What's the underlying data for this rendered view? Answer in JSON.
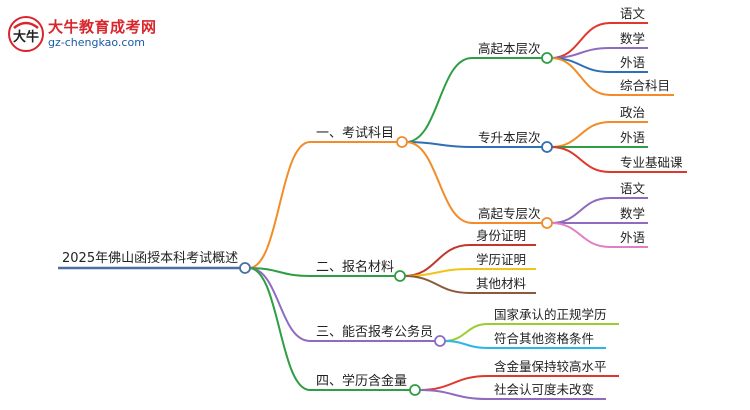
{
  "logo": {
    "title": "大牛教育成考网",
    "url": "gz-chengkao.com",
    "mark_text": "大牛"
  },
  "colors": {
    "root_line": "#4a6fa5",
    "branch1": "#f28c28",
    "level_up": "#2e9e44",
    "level_zhuan": "#2f6fb3",
    "level_gao_zhuan": "#f28c28",
    "branch2": "#2e9e44",
    "branch3": "#6a5acd",
    "branch4": "#2e9e44"
  },
  "mindmap": {
    "root": "2025年佛山函授本科考试概述",
    "branches": [
      {
        "label": "一、考试科目",
        "color": "#f28c28",
        "children": [
          {
            "label": "高起本层次",
            "color": "#2e9e44",
            "leaves": [
              {
                "label": "语文",
                "color": "#e0362c"
              },
              {
                "label": "数学",
                "color": "#8e6bbf"
              },
              {
                "label": "外语",
                "color": "#2f6fb3"
              },
              {
                "label": "综合科目",
                "color": "#f28c28"
              }
            ]
          },
          {
            "label": "专升本层次",
            "color": "#2f6fb3",
            "leaves": [
              {
                "label": "政治",
                "color": "#f28c28"
              },
              {
                "label": "外语",
                "color": "#2e9e44"
              },
              {
                "label": "专业基础课",
                "color": "#e0362c"
              }
            ]
          },
          {
            "label": "高起专层次",
            "color": "#f28c28",
            "leaves": [
              {
                "label": "语文",
                "color": "#8e6bbf"
              },
              {
                "label": "数学",
                "color": "#8e6bbf"
              },
              {
                "label": "外语",
                "color": "#e27fc4"
              }
            ]
          }
        ]
      },
      {
        "label": "二、报名材料",
        "color": "#2e9e44",
        "children": [],
        "leaves": [
          {
            "label": "身份证明",
            "color": "#c0392b"
          },
          {
            "label": "学历证明",
            "color": "#f0c419"
          },
          {
            "label": "其他材料",
            "color": "#8b5a3c"
          }
        ]
      },
      {
        "label": "三、能否报考公务员",
        "color": "#8e6bbf",
        "children": [],
        "leaves": [
          {
            "label": "国家承认的正规学历",
            "color": "#9acd32"
          },
          {
            "label": "符合其他资格条件",
            "color": "#29b6e8"
          }
        ]
      },
      {
        "label": "四、学历含金量",
        "color": "#2e9e44",
        "children": [],
        "leaves": [
          {
            "label": "含金量保持较高水平",
            "color": "#e0362c"
          },
          {
            "label": "社会认可度未改变",
            "color": "#8e6bbf"
          }
        ]
      }
    ]
  }
}
